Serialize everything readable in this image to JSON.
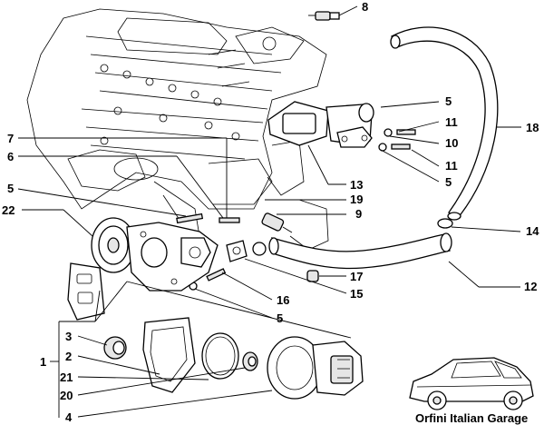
{
  "diagram": {
    "callouts": [
      {
        "id": "c8",
        "text": "8"
      },
      {
        "id": "c5a",
        "text": "5"
      },
      {
        "id": "c11a",
        "text": "11"
      },
      {
        "id": "c10",
        "text": "10"
      },
      {
        "id": "c11b",
        "text": "11"
      },
      {
        "id": "c5b",
        "text": "5"
      },
      {
        "id": "c18",
        "text": "18"
      },
      {
        "id": "c7",
        "text": "7"
      },
      {
        "id": "c6",
        "text": "6"
      },
      {
        "id": "c5c",
        "text": "5"
      },
      {
        "id": "c22",
        "text": "22"
      },
      {
        "id": "c13",
        "text": "13"
      },
      {
        "id": "c19",
        "text": "19"
      },
      {
        "id": "c9",
        "text": "9"
      },
      {
        "id": "c14",
        "text": "14"
      },
      {
        "id": "c17",
        "text": "17"
      },
      {
        "id": "c15",
        "text": "15"
      },
      {
        "id": "c12",
        "text": "12"
      },
      {
        "id": "c16",
        "text": "16"
      },
      {
        "id": "c5d",
        "text": "5"
      },
      {
        "id": "c1",
        "text": "1"
      },
      {
        "id": "c3",
        "text": "3"
      },
      {
        "id": "c2",
        "text": "2"
      },
      {
        "id": "c21",
        "text": "21"
      },
      {
        "id": "c20",
        "text": "20"
      },
      {
        "id": "c4",
        "text": "4"
      }
    ],
    "brand": "Orfini Italian Garage"
  }
}
